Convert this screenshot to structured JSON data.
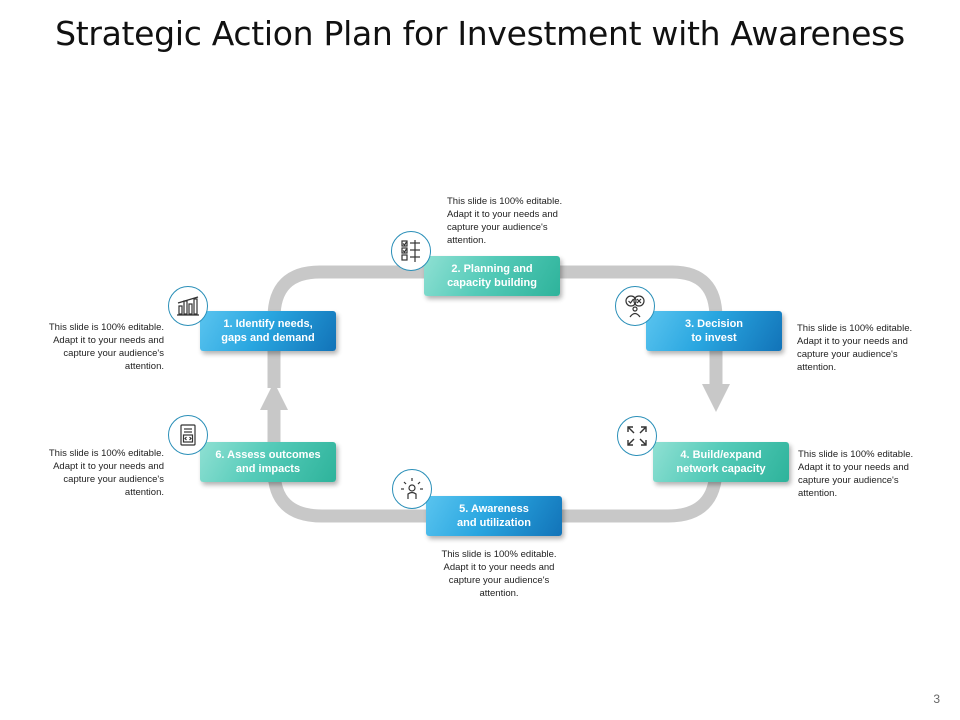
{
  "title": "Strategic Action Plan for Investment with Awareness",
  "page_number": "3",
  "colors": {
    "blue": "#1e90d6",
    "green": "#3fc1a9",
    "loop": "#c8c8c8",
    "icon_ring": "#2a8fb8"
  },
  "steps": [
    {
      "line1": "1. Identify needs,",
      "line2": "gaps and demand",
      "icon": "bar-chart-icon",
      "description": "This slide is 100% editable. Adapt it to your needs and capture your audience's attention."
    },
    {
      "line1": "2. Planning and",
      "line2": "capacity building",
      "icon": "checklist-icon",
      "description": "This slide is 100% editable. Adapt it to your needs and capture your audience's attention."
    },
    {
      "line1": "3. Decision",
      "line2": "to invest",
      "icon": "decision-people-icon",
      "description": "This slide is 100% editable. Adapt it to your needs and capture your audience's attention."
    },
    {
      "line1": "4. Build/expand",
      "line2": "network capacity",
      "icon": "expand-arrows-icon",
      "description": "This slide is 100% editable. Adapt it to your needs and capture your audience's attention."
    },
    {
      "line1": "5. Awareness",
      "line2": "and utilization",
      "icon": "person-idea-icon",
      "description": "This slide is 100% editable. Adapt it to your needs and capture your audience's attention."
    },
    {
      "line1": "6. Assess outcomes",
      "line2": "and impacts",
      "icon": "document-code-icon",
      "description": "This slide is 100% editable. Adapt it to your needs and capture your audience's attention."
    }
  ]
}
